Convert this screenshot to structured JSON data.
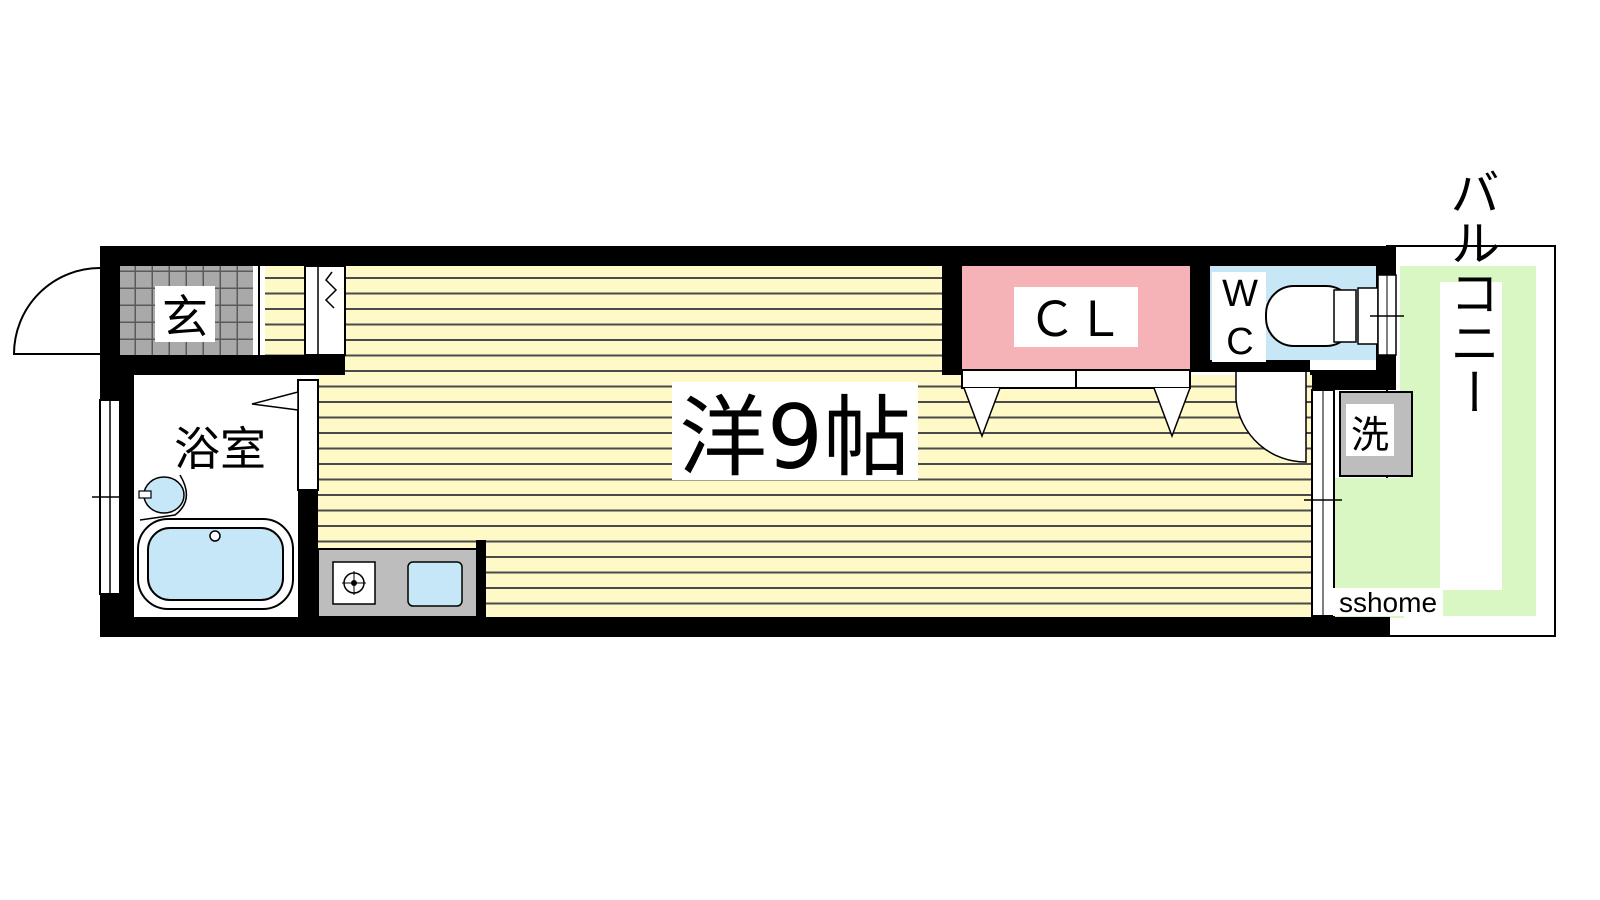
{
  "rooms": {
    "genkan": {
      "label": "玄"
    },
    "bath": {
      "label": "浴室"
    },
    "western": {
      "label": "洋9帖"
    },
    "closet": {
      "label": "ＣＬ"
    },
    "toilet": {
      "label_1": "W",
      "label_2": "C"
    },
    "laundry": {
      "label": "洗"
    },
    "balcony": {
      "label": "バルコニー"
    }
  },
  "watermark": {
    "text": "sshome"
  },
  "colors": {
    "wall": "#000000",
    "floor_western": "#fff9c8",
    "floor_stripe": "#4a4a4a",
    "closet": "#f6b3b7",
    "toilet": "#c7e7f7",
    "balcony": "#d9f7c2",
    "genkan_tile": "#a9a9a9",
    "kitchen_counter": "#bdbdbd",
    "sink": "#c6e7f7",
    "bathtub": "#c6e7f7",
    "laundry_pan": "#bdbdbd"
  },
  "icons": {
    "stove": "gas-burner-icon",
    "sink": "sink-icon",
    "bathtub": "bathtub-icon",
    "toilet": "toilet-icon"
  }
}
